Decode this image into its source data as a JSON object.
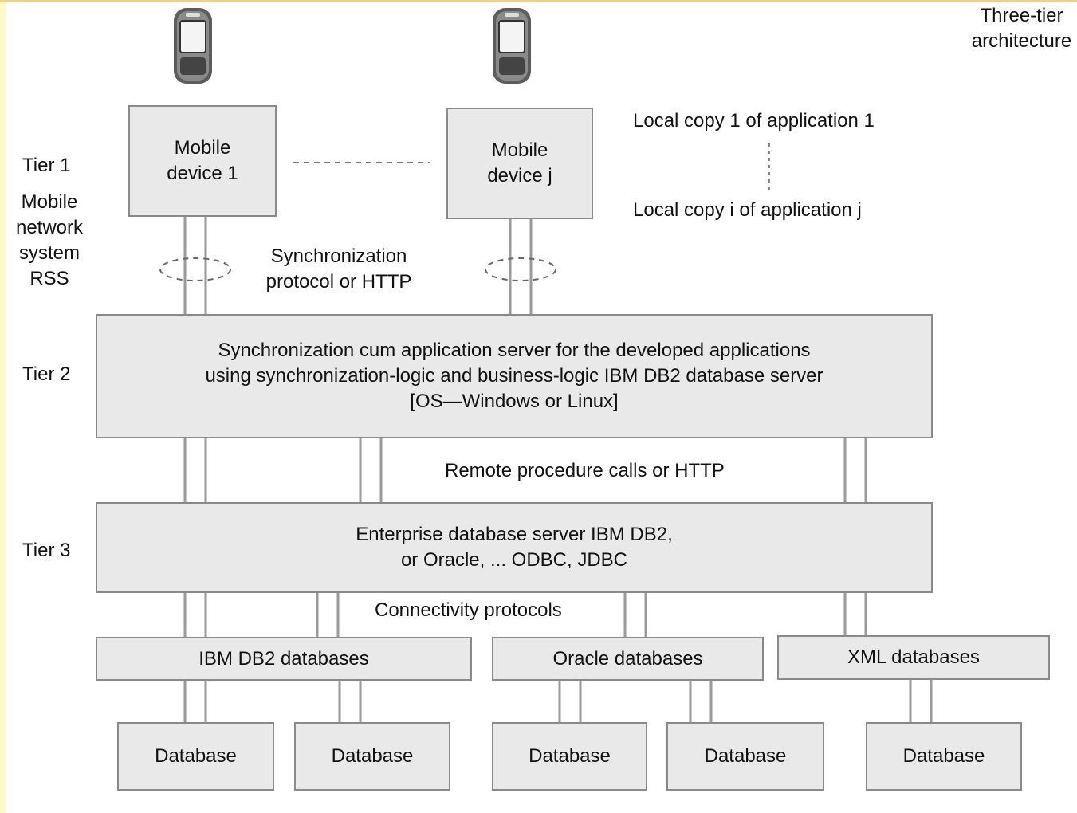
{
  "corner_label": [
    "Three-tier",
    "architecture"
  ],
  "tiers": {
    "tier1_label": "Tier 1",
    "tier1_sub": [
      "Mobile",
      "network",
      "system",
      "RSS"
    ],
    "tier2_label": "Tier 2",
    "tier3_label": "Tier 3"
  },
  "devices": {
    "device_1": [
      "Mobile",
      "device 1"
    ],
    "device_j": [
      "Mobile",
      "device j"
    ]
  },
  "local_copies": {
    "first": "Local copy 1 of application 1",
    "last": "Local copy i of application j"
  },
  "links": {
    "sync_protocol": [
      "Synchronization",
      "protocol or HTTP"
    ],
    "rpc": "Remote procedure calls or HTTP",
    "connectivity": "Connectivity protocols"
  },
  "server": {
    "lines": [
      "Synchronization cum application server for the developed applications",
      "using synchronization-logic and business-logic   IBM DB2 database server",
      "[OS—Windows or Linux]"
    ]
  },
  "enterprise": {
    "lines": [
      "Enterprise database server IBM DB2,",
      "or Oracle, ... ODBC, JDBC"
    ]
  },
  "db_groups": [
    "IBM DB2 databases",
    "Oracle databases",
    "XML databases"
  ],
  "databases": [
    "Database",
    "Database",
    "Database",
    "Database",
    "Database"
  ],
  "colors": {
    "box_fill": "#e9e9e9",
    "box_border": "#8a8a8a"
  }
}
